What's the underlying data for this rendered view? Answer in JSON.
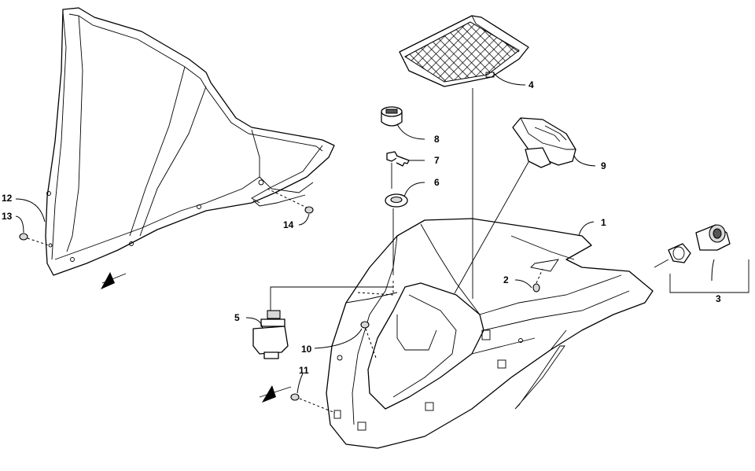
{
  "diagram": {
    "parts": [
      {
        "id": "1",
        "label": "1"
      },
      {
        "id": "2",
        "label": "2"
      },
      {
        "id": "3",
        "label": "3"
      },
      {
        "id": "4",
        "label": "4"
      },
      {
        "id": "5",
        "label": "5"
      },
      {
        "id": "6",
        "label": "6"
      },
      {
        "id": "7",
        "label": "7"
      },
      {
        "id": "8",
        "label": "8"
      },
      {
        "id": "9",
        "label": "9"
      },
      {
        "id": "10",
        "label": "10"
      },
      {
        "id": "11",
        "label": "11"
      },
      {
        "id": "12",
        "label": "12"
      },
      {
        "id": "13",
        "label": "13"
      },
      {
        "id": "14",
        "label": "14"
      }
    ]
  }
}
